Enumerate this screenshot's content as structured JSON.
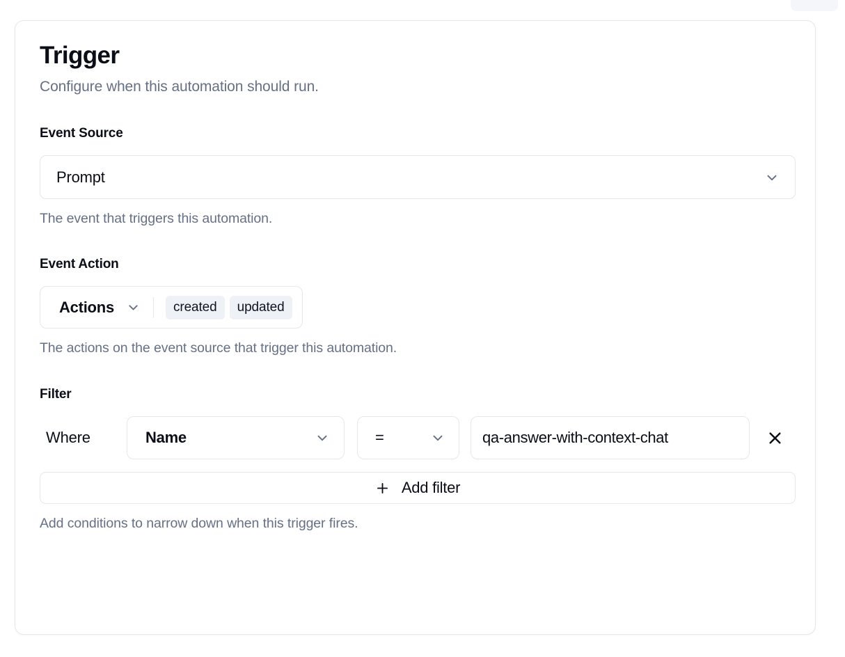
{
  "card": {
    "title": "Trigger",
    "subtitle": "Configure when this automation should run."
  },
  "event_source": {
    "label": "Event Source",
    "value": "Prompt",
    "help": "The event that triggers this automation.",
    "chevron_icon": "chevron-down-icon"
  },
  "event_action": {
    "label": "Event Action",
    "trigger_label": "Actions",
    "tags": [
      "created",
      "updated"
    ],
    "help": "The actions on the event source that trigger this automation.",
    "chevron_icon": "chevron-down-icon"
  },
  "filter": {
    "label": "Filter",
    "where_label": "Where",
    "field_value": "Name",
    "operator_value": "=",
    "value": "qa-answer-with-context-chat",
    "value_placeholder": "Value",
    "remove_icon": "close-icon",
    "add_filter_label": "Add filter",
    "add_filter_icon": "plus-icon",
    "help": "Add conditions to narrow down when this trigger fires."
  },
  "colors": {
    "text_primary": "#0b0d17",
    "text_muted": "#667085",
    "border": "#e4e7ec",
    "tag_background": "#eef1f6",
    "surface": "#ffffff"
  }
}
